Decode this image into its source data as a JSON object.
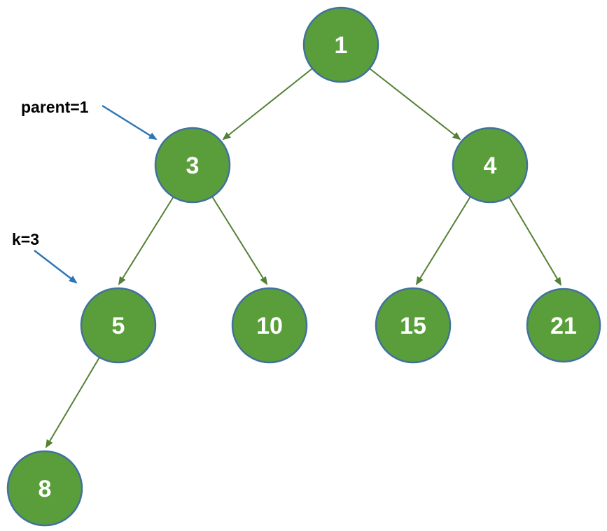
{
  "diagram": {
    "type": "binary-tree",
    "description": "Tree diagram with green circular nodes connected by green arrows, with two blue annotation arrows"
  },
  "colors": {
    "node_fill": "#5a9e3c",
    "node_border": "#41719c",
    "edge_arrow_green": "#538135",
    "annotation_arrow_blue": "#2e75b6",
    "node_text": "#ffffff",
    "annotation_text": "#000000",
    "background": "#ffffff"
  },
  "tree": {
    "nodes": [
      {
        "value": "1"
      },
      {
        "value": "3"
      },
      {
        "value": "4"
      },
      {
        "value": "5"
      },
      {
        "value": "10"
      },
      {
        "value": "15"
      },
      {
        "value": "21"
      },
      {
        "value": "8"
      }
    ],
    "edges": [
      {
        "from": "1",
        "to": "3"
      },
      {
        "from": "1",
        "to": "4"
      },
      {
        "from": "3",
        "to": "5"
      },
      {
        "from": "3",
        "to": "10"
      },
      {
        "from": "4",
        "to": "15"
      },
      {
        "from": "4",
        "to": "21"
      },
      {
        "from": "5",
        "to": "8"
      }
    ]
  },
  "annotations": [
    {
      "label": "parent=1",
      "points_to": "node 3"
    },
    {
      "label": "k=3",
      "points_to": "node 5"
    }
  ]
}
